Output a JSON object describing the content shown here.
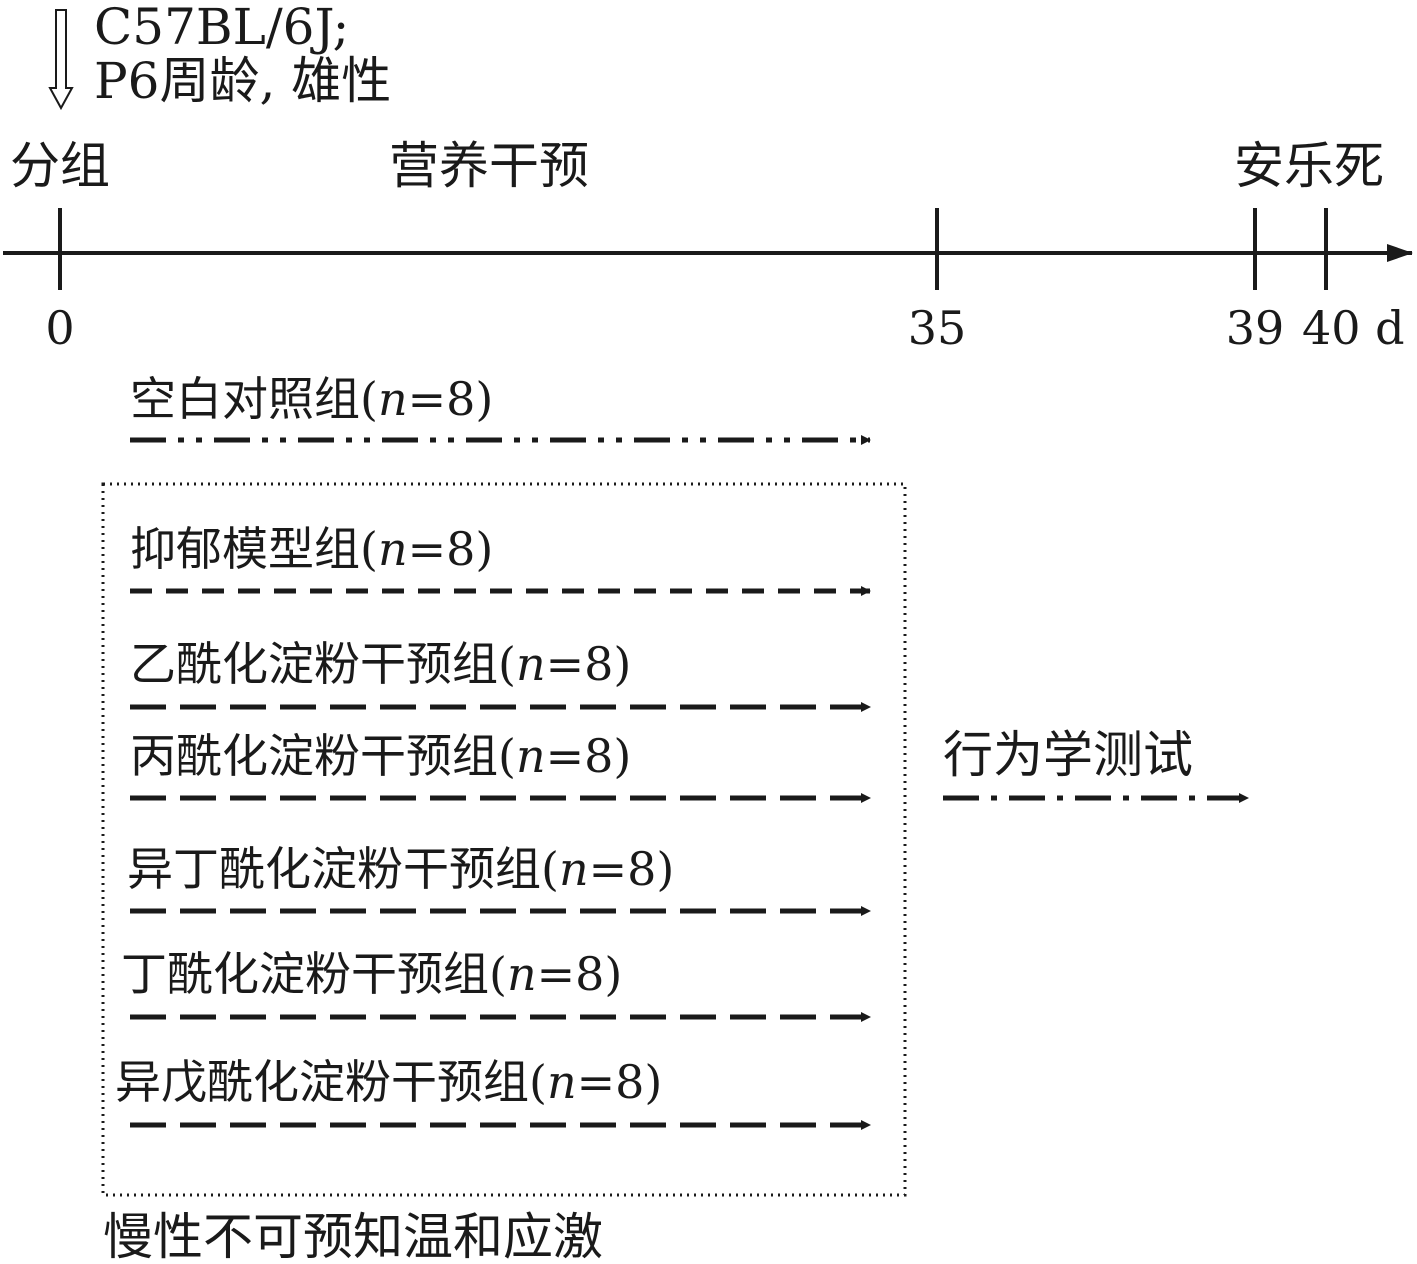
{
  "subject": {
    "strain": "C57BL/6J;",
    "age_sex": "P6周龄, 雄性"
  },
  "phases": {
    "grouping": "分组",
    "intervention": "营养干预",
    "euthanasia": "安乐死"
  },
  "timeline": {
    "ticks": [
      "0",
      "35",
      "39",
      "40 d"
    ]
  },
  "groups": [
    {
      "name": "空白对照组(",
      "n_symbol": "n",
      "count": "=8)",
      "line_style": "dash-dot-dot"
    },
    {
      "name": "抑郁模型组(",
      "n_symbol": "n",
      "count": "=8)",
      "line_style": "dashed"
    },
    {
      "name": "乙酰化淀粉干预组(",
      "n_symbol": "n",
      "count": "=8)",
      "line_style": "dashed"
    },
    {
      "name": "丙酰化淀粉干预组(",
      "n_symbol": "n",
      "count": "=8)",
      "line_style": "dashed"
    },
    {
      "name": "异丁酰化淀粉干预组(",
      "n_symbol": "n",
      "count": "=8)",
      "line_style": "dashed"
    },
    {
      "name": "丁酰化淀粉干预组(",
      "n_symbol": "n",
      "count": "=8)",
      "line_style": "dashed"
    },
    {
      "name": "异戊酰化淀粉干预组(",
      "n_symbol": "n",
      "count": "=8)",
      "line_style": "dashed"
    }
  ],
  "behavior_test": {
    "label": "行为学测试",
    "line_style": "dash-dot"
  },
  "stress_box": {
    "label": "慢性不可预知温和应激"
  },
  "colors": {
    "ink": "#1a1a1a",
    "background": "#ffffff"
  }
}
